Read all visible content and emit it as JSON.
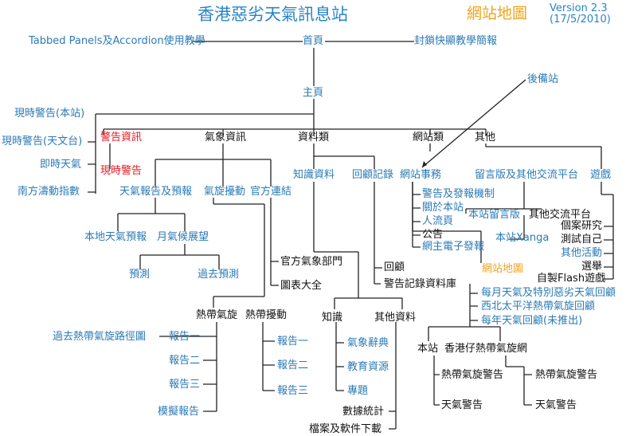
{
  "header": {
    "title": "香港惡劣天氣訊息站",
    "sitemap": "網站地圖",
    "version": "Version 2.3",
    "date": "(17/5/2010)"
  },
  "nodes": {
    "tabbed": "Tabbed Panels及Accordion使用教學",
    "home": "首頁",
    "popup": "封鎖快顯教學簡報",
    "backup": "後備站",
    "main": "主頁",
    "warn_hq": "現時警告(本站)",
    "warn_obs": "現時警告(天文台)",
    "instant_weather": "即時天氣",
    "south_index": "南方濤動指數",
    "warn_info": "警告資訊",
    "current_warn": "現時警告",
    "weather_info": "氣象資訊",
    "data": "資料類",
    "site": "網站類",
    "other": "其他",
    "forecast": "天氣報告及預報",
    "disturb": "氣旋擾動",
    "official_link": "官方連結",
    "knowledge": "知識資料",
    "review_rec": "回顧記錄",
    "site_affairs": "網站事務",
    "board_platform": "留言版及其他交流平台",
    "games": "遊戲",
    "warn_mech": "警告及發報機制",
    "about": "關於本站",
    "traffic": "人流頁",
    "notice": "公告",
    "email_alert": "網主電子發報",
    "site_board": "本站留言版",
    "other_platform": "其他交流平台",
    "xanga": "本站Xanga",
    "personal_research": "個案研究",
    "self_test": "測試自己",
    "activities": "其他活動",
    "election": "選舉",
    "flash_game": "自製Flash遊戲",
    "local_forecast": "本地天氣預報",
    "monthly_outlook": "月氣候展望",
    "prediction": "預測",
    "past_prediction": "過去預測",
    "official_dept": "官方氣象部門",
    "charts": "圖表大全",
    "sitemap_node": "網站地圖",
    "review": "回顧",
    "warn_db": "警告記錄資料庫",
    "monthly_review": "每月天氣及特別惡劣天氣回顧",
    "nw_pacific": "西北太平洋熱帶氣旋回顧",
    "yearly_review": "每年天氣回顧(未推出)",
    "tc": "熱帶氣旋",
    "td": "熱帶擾動",
    "past_tracks": "過去熱帶氣旋路徑圖",
    "report1": "報告一",
    "report2": "報告二",
    "report3": "報告三",
    "mock_report": "模擬報告",
    "td_report1": "報告一",
    "td_report2": "報告二",
    "td_report3": "報告三",
    "knowledge_sub": "知識",
    "other_data": "其他資料",
    "dictionary": "氣象辭典",
    "edu": "教育資源",
    "topics": "專題",
    "stats": "數據統計",
    "downloads": "檔案及軟件下載",
    "this_site": "本站",
    "hk_tc": "香港仔熱帶氣旋網",
    "tc_warn_site": "熱帶氣旋警告",
    "weather_warn_site": "天氣警告",
    "tc_warn_hk": "熱帶氣旋警告",
    "weather_warn_hk": "天氣警告"
  },
  "colors": {
    "blue": "#2a7ab5",
    "red": "#e8141c",
    "orange": "#f0a31a",
    "black": "#111111"
  }
}
